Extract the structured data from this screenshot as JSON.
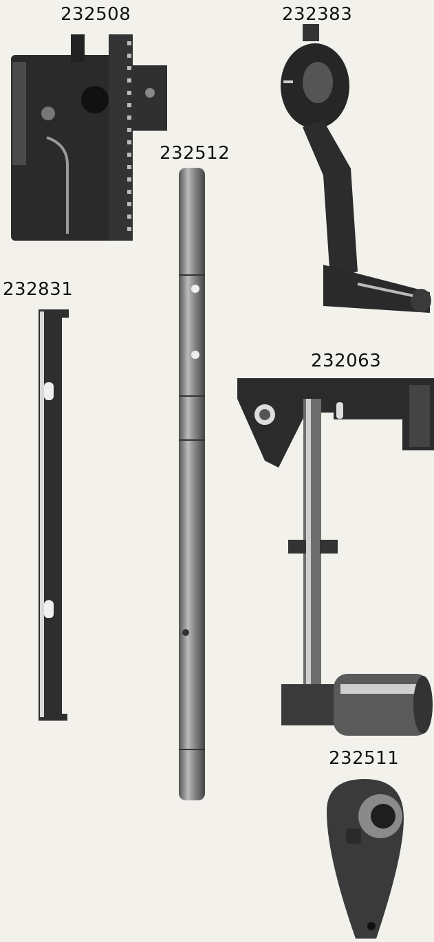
{
  "parts": [
    {
      "number": "232508"
    },
    {
      "number": "232383"
    },
    {
      "number": "232512"
    },
    {
      "number": "232831"
    },
    {
      "number": "232063"
    },
    {
      "number": "232511"
    }
  ],
  "colors": {
    "paper": "#f3f1ec",
    "metal_dark": "#262626",
    "metal_mid": "#6e6e6e",
    "metal_light": "#d8d8d8"
  }
}
